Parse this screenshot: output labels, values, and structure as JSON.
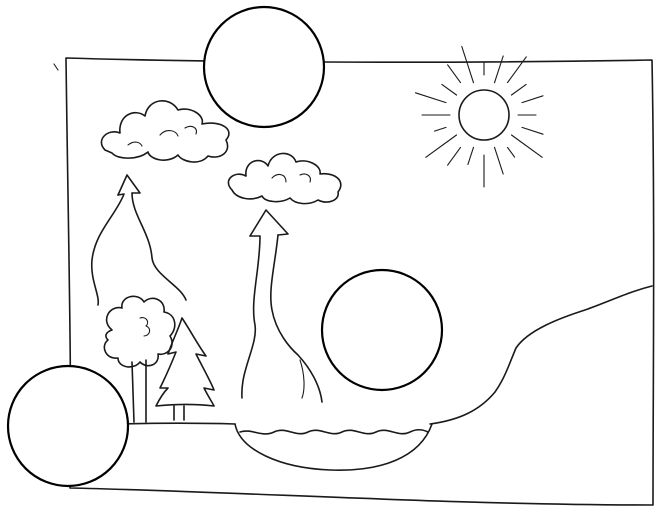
{
  "diagram": {
    "subject_icons": [
      "sun-icon",
      "cloud-icon",
      "tree-icon",
      "pine-tree-icon",
      "evaporation-arrow-icon",
      "water-icon",
      "hill-icon"
    ],
    "label_circles": [
      {
        "name": "label-circle-top",
        "text": ""
      },
      {
        "name": "label-circle-middle",
        "text": ""
      },
      {
        "name": "label-circle-bottom-left",
        "text": ""
      }
    ],
    "colors": {
      "ink": "#1a1a1a",
      "background": "#ffffff"
    }
  }
}
